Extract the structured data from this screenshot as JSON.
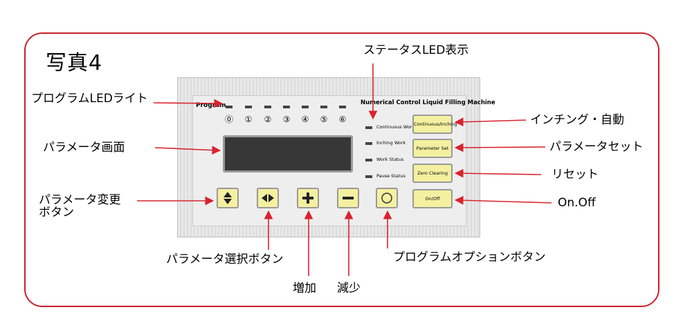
{
  "title": "写真4",
  "panel": {
    "program_label": "Program",
    "program_numbers": [
      "⓪",
      "①",
      "②",
      "③",
      "④",
      "⑤",
      "⑥"
    ],
    "machine_name": "Numerical Control Liquid Filling Machine",
    "status_labels": [
      "Continuous Work",
      "Inching Work",
      "Work Status",
      "Pause Status"
    ],
    "buttons": {
      "continuous_inching": "Continuous/Inching",
      "parameter_set": "Parameter Set",
      "zero_clearing": "Zero Clearing",
      "on_off": "On/Off"
    }
  },
  "callouts": {
    "status_led": "ステータスLED表示",
    "program_led": "プログラムLEDライト",
    "parameter_screen": "パラメータ画面",
    "parameter_change_line1": "パラメータ変更",
    "parameter_change_line2": "ボタン",
    "parameter_select": "パラメータ選択ボタン",
    "increase": "増加",
    "decrease": "減少",
    "program_option": "プログラムオプションボタン",
    "inching_auto": "インチング・自動",
    "parameter_set": "パラメータセット",
    "reset": "リセット",
    "on_off": "On.Off"
  },
  "colors": {
    "frame": "#c8202a",
    "arrow": "#d9232d",
    "button_yellow": "#f4f0a0",
    "lcd": "#373737"
  }
}
